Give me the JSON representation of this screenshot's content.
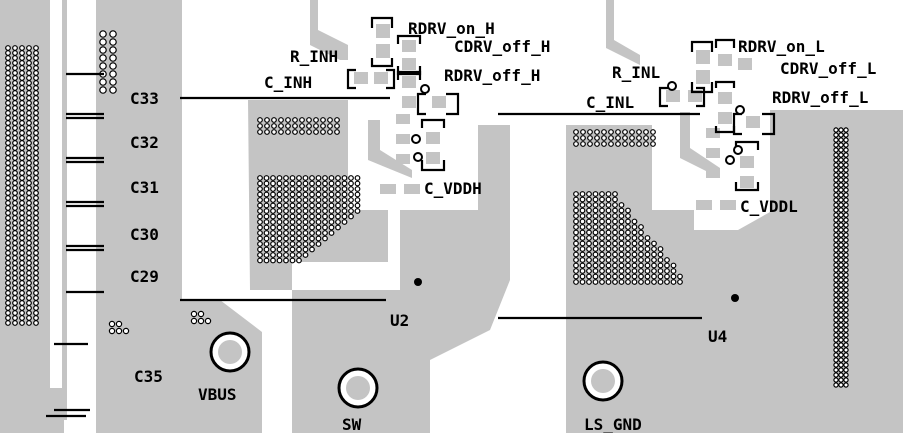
{
  "colors": {
    "background": "#ffffff",
    "copper": "#c4c4c4",
    "silkscreen": "#000000",
    "via": "#ffffff"
  },
  "labels": {
    "rdrv_on_h": "RDRV_on_H",
    "cdrv_off_h": "CDRV_off_H",
    "r_inh": "R_INH",
    "c_inh": "C_INH",
    "rdrv_off_h": "RDRV_off_H",
    "c_vddh": "C_VDDH",
    "u2": "U2",
    "rdrv_on_l": "RDRV_on_L",
    "cdrv_off_l": "CDRV_off_L",
    "r_inl": "R_INL",
    "c_inl": "C_INL",
    "rdrv_off_l": "RDRV_off_L",
    "c_vddl": "C_VDDL",
    "u4": "U4",
    "c33": "C33",
    "c32": "C32",
    "c31": "C31",
    "c30": "C30",
    "c29": "C29",
    "c35": "C35",
    "vbus": "VBUS",
    "sw": "SW",
    "ls_gnd": "LS_GND"
  }
}
